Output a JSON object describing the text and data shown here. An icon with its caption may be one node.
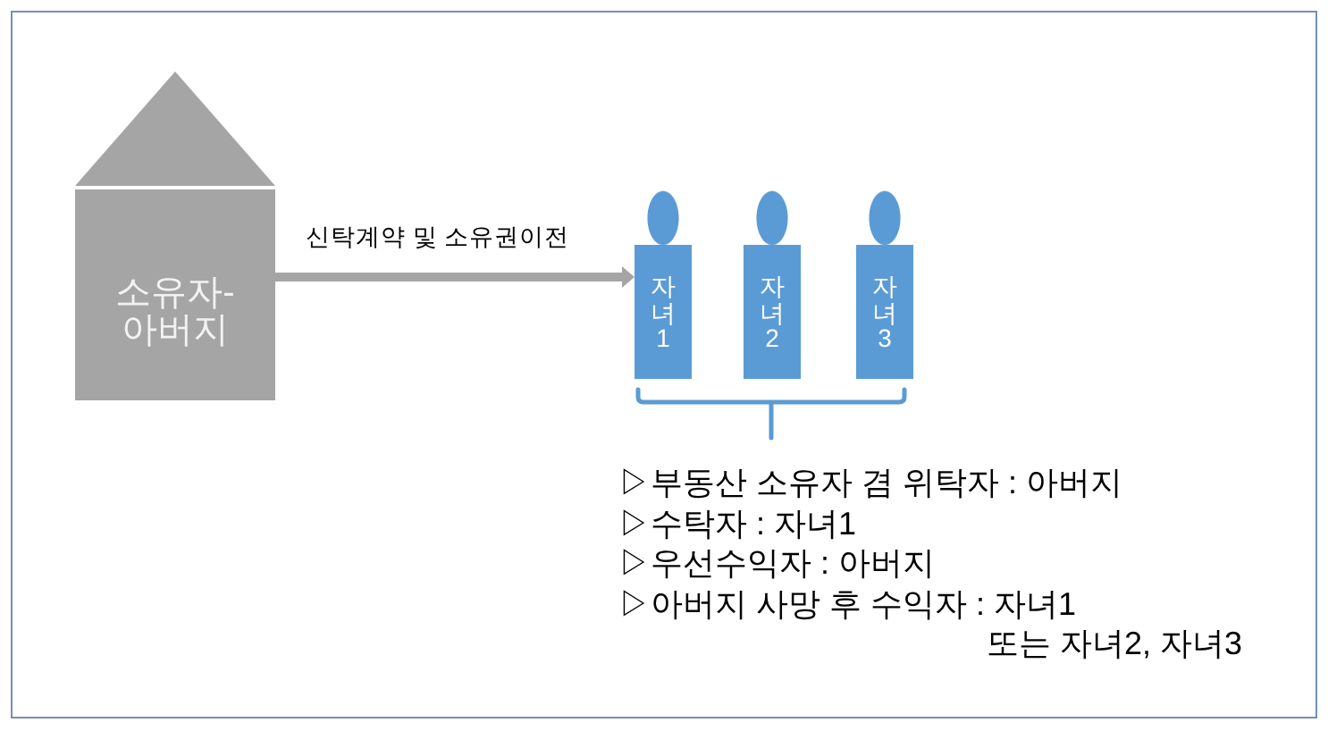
{
  "diagram": {
    "nodes": [
      {
        "text": [
          "소유자- 아버지"
        ]
      },
      {
        "text": [
          "자녀1"
        ]
      },
      {
        "text": [
          "자녀2"
        ]
      },
      {
        "text": [
          "자녀3"
        ]
      }
    ],
    "edges": [
      {
        "from": 0,
        "to": 1,
        "arrow": "to",
        "label": "신탁계약 및 소유권이전"
      }
    ],
    "labels": [
      "▷부동산 소유자 겸 위탁자 : 아버지",
      "▷수탁자 : 자녀1",
      "▷우선수익자 : 아버지",
      "▷아버지 사망 후 수익자 : 자녀1 또는 자녀2, 자녀3"
    ]
  }
}
